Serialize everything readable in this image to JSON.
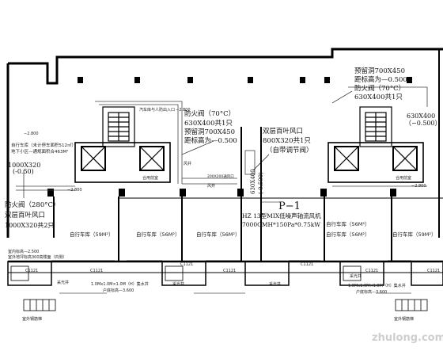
{
  "left_labels": {
    "elev_tag": "−2.800",
    "room_1": "自行车库（未计停车面积512㎡）",
    "room_1b": "地下小区—通规面积合463M²",
    "size_1": "1000X320",
    "offset_1": "(-0.50)",
    "valve": "防火阀（280°C）",
    "louver": "双层百叶风口",
    "louver_size": "1000X320共2只",
    "room_59": "自行车库（59M²）",
    "room_56a": "自行车库（56M²）",
    "foot_1": "室内标高—2.500",
    "foot_2": "室外地坪标高300高楼面（内侧）",
    "c1": "C1121",
    "c2": "C1121",
    "c3": "C1121",
    "room_lj1": "采光井",
    "room_lj2": "采光井",
    "fan_note": "1.0Mx1.0M×1.0M（H）集水井",
    "fan_note2": "户底标高—3.600",
    "exit_l": "室外钢筋梯"
  },
  "mid_labels": {
    "valve1": "防火阀（70°C）",
    "size_a": "630X400共1只",
    "reserve": "预留洞700X450",
    "reserve_elev": "距标高为—0.500",
    "louver": "双层百叶风口",
    "louver_size": "800X320共1只",
    "louver_note": "（自带调节阀）",
    "p1": "P−1",
    "fan_spec": "HZ 13型MIX低噪声轴流风机",
    "fan_spec2": "7000CMH*150Pa*0.75kW",
    "v1": "630X400",
    "v2": "(-0.500)",
    "exit_mid": "汽车库与人防出入口",
    "well1": "风井",
    "well2": "风井",
    "shaft": "合用前室",
    "shaft2": "合用前室",
    "room_56b": "自行车库（56M²）",
    "room_56c": "自行车库（56M²）",
    "c4": "C1121",
    "c5": "C1121",
    "elev_a": "−2.800",
    "pump": "1.0Mx1.0M×1.0M（H）集水井",
    "pump2": "户底标高—3.600",
    "lj3": "采光井",
    "open_note": "200X200通风口"
  },
  "right_labels": {
    "reserve": "预留洞700X450",
    "reserve_elev": "距标高为—0.500",
    "valve": "防火阀（70°C）",
    "size": "630X400共1只",
    "size2": "630X400",
    "elev": "（−0.500）",
    "elev_tag": "−2.800",
    "room_59": "自行车库（59M²）",
    "room_56": "自行车库（56M²）",
    "c6": "C1121",
    "c7": "C1121",
    "lj4": "采光井",
    "pump": "1.0Mx1.0M×1.0M（H）集水井",
    "pump2": "户底标高—3.600",
    "exit_r": "室外钢筋梯"
  },
  "watermark": "zhulong.com"
}
